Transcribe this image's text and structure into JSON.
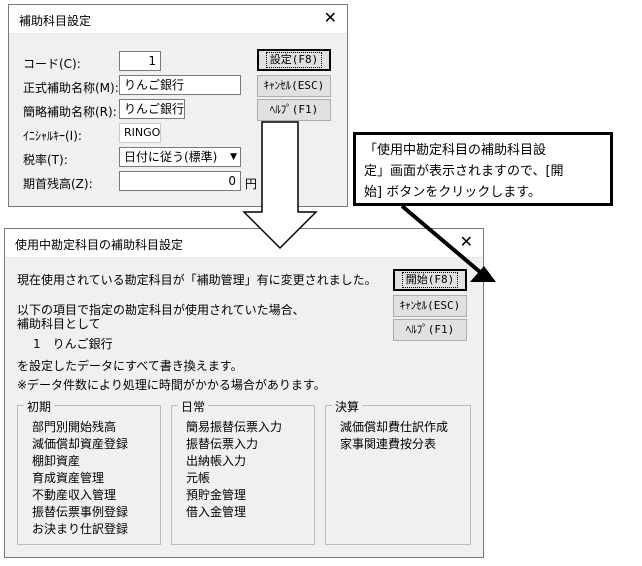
{
  "dialog1": {
    "title": "補助科目設定",
    "close": "✕",
    "code_label": "コード(C):",
    "code_value": "1",
    "formal_name_label": "正式補助名称(M):",
    "formal_name_value": "りんご銀行",
    "short_name_label": "簡略補助名称(R):",
    "short_name_value": "りんご銀行",
    "initial_label": "ｲﾆｼｬﾙｷｰ(I):",
    "initial_value": "RINGO",
    "tax_label": "税率(T):",
    "tax_value": "日付に従う(標準)",
    "balance_label": "期首残高(Z):",
    "balance_value": "0",
    "balance_unit": "円",
    "btn_set": "設定(F8)",
    "btn_cancel": "ｷｬﾝｾﾙ(ESC)",
    "btn_help": "ﾍﾙﾌﾟ(F1)"
  },
  "dialog2": {
    "title": "使用中勘定科目の補助科目設定",
    "close": "✕",
    "message1": "現在使用されている勘定科目が「補助管理」有に変更されました。",
    "message2": "以下の項目で指定の勘定科目が使用されていた場合、",
    "message3": "補助科目として",
    "sub_item": "1　りんご銀行",
    "message4": "を設定したデータにすべて書き換えます。",
    "message5": "※データ件数により処理に時間がかかる場合があります。",
    "btn_start": "開始(F8)",
    "btn_cancel": "ｷｬﾝｾﾙ(ESC)",
    "btn_help": "ﾍﾙﾌﾟ(F1)",
    "groups": [
      {
        "legend": "初期",
        "items": [
          "部門別開始残高",
          "減価償却資産登録",
          "棚卸資産",
          "育成資産管理",
          "不動産収入管理",
          "振替伝票事例登録",
          "お決まり仕訳登録"
        ]
      },
      {
        "legend": "日常",
        "items": [
          "簡易振替伝票入力",
          "振替伝票入力",
          "出納帳入力",
          "元帳",
          "預貯金管理",
          "借入金管理"
        ]
      },
      {
        "legend": "決算",
        "items": [
          "減価償却費仕訳作成",
          "家事関連費按分表"
        ]
      }
    ]
  },
  "callout": {
    "line1": "「使用中勘定科目の補助科目設",
    "line2": "定」画面が表示されますので、[開",
    "line3": "始] ボタンをクリックします。"
  }
}
